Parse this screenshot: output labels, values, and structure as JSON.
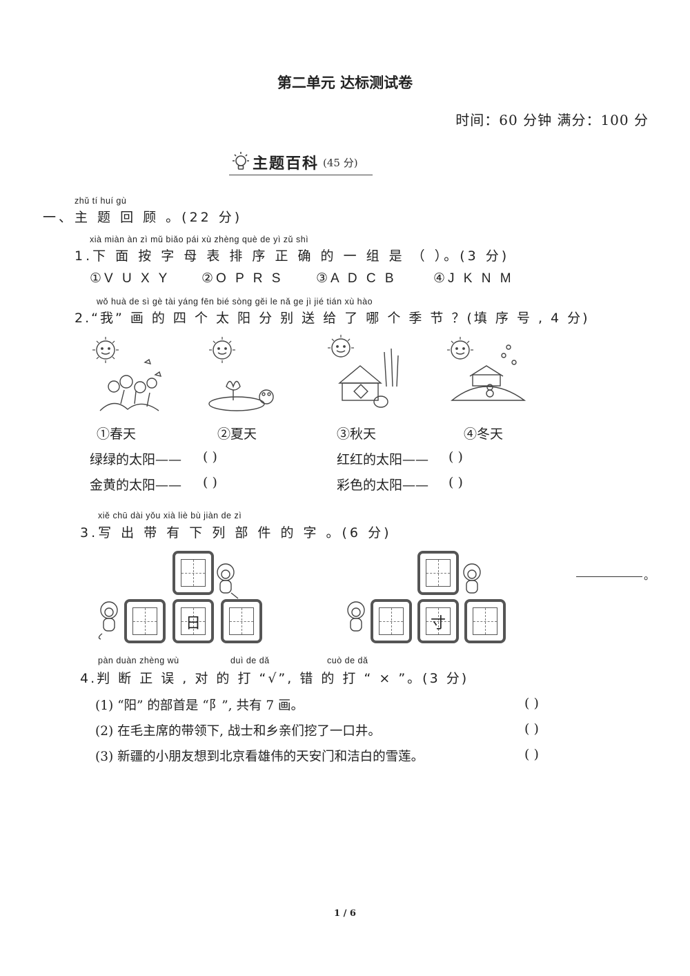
{
  "title": "第二单元  达标测试卷",
  "time_info": "时间：60 分钟  满分：100 分",
  "banner": {
    "label": "主题百科",
    "points": "(45 分)"
  },
  "section1": {
    "pinyin": "zhǔ  tí   huí  gù",
    "heading": "一、主 题 回 顾 。(22 分)"
  },
  "q1": {
    "pinyin": "xià  miàn  àn   zì   mǔ  biǎo pái  xù  zhèng què  de   yì   zǔ  shì",
    "text": "1.下 面 按 字 母 表 排 序  正  确 的 一 组 是 （     ）。(3 分)",
    "options": [
      "①V U X Y",
      "②O P R S",
      "③A D C B",
      "④J K N M"
    ]
  },
  "q2": {
    "pinyin": "wǒ      huà  de   sì  gè  tài yáng fēn bié sòng gěi  le  nǎ  ge  jì   jié          tián  xù  hào",
    "text": "2.“我” 画 的 四 个 太 阳 分 别 送 给 了 哪 个 季 节 ？(填 序 号 , 4 分)",
    "seasons": [
      "①春天",
      "②夏天",
      "③秋天",
      "④冬天"
    ],
    "match": [
      "绿绿的太阳——",
      "红红的太阳——",
      "金黄的太阳——",
      "彩色的太阳——"
    ]
  },
  "q3": {
    "pinyin": "xiě  chū  dài  yǒu  xià  liè   bù  jiàn  de    zì",
    "text": "3.写 出 带 有 下 列 部 件 的 字 。(6 分)",
    "parts": [
      "日",
      "寸"
    ],
    "blank_end": "。"
  },
  "q4": {
    "pinyin_a": "pàn duàn zhèng wù",
    "pinyin_b": "duì  de  dǎ",
    "pinyin_c": "cuò  de  dǎ",
    "text": "4.判  断  正  误 , 对 的 打 “√”, 错 的 打 “ × ”。(3 分)",
    "items": [
      "(1) “阳” 的部首是 “阝”, 共有 7 画。",
      "(2)  在毛主席的带领下, 战士和乡亲们挖了一口井。",
      "(3)  新疆的小朋友想到北京看雄伟的天安门和洁白的雪莲。"
    ]
  },
  "paren_blank": "(          )",
  "paren_small": "(       )",
  "footer": "1 / 6"
}
